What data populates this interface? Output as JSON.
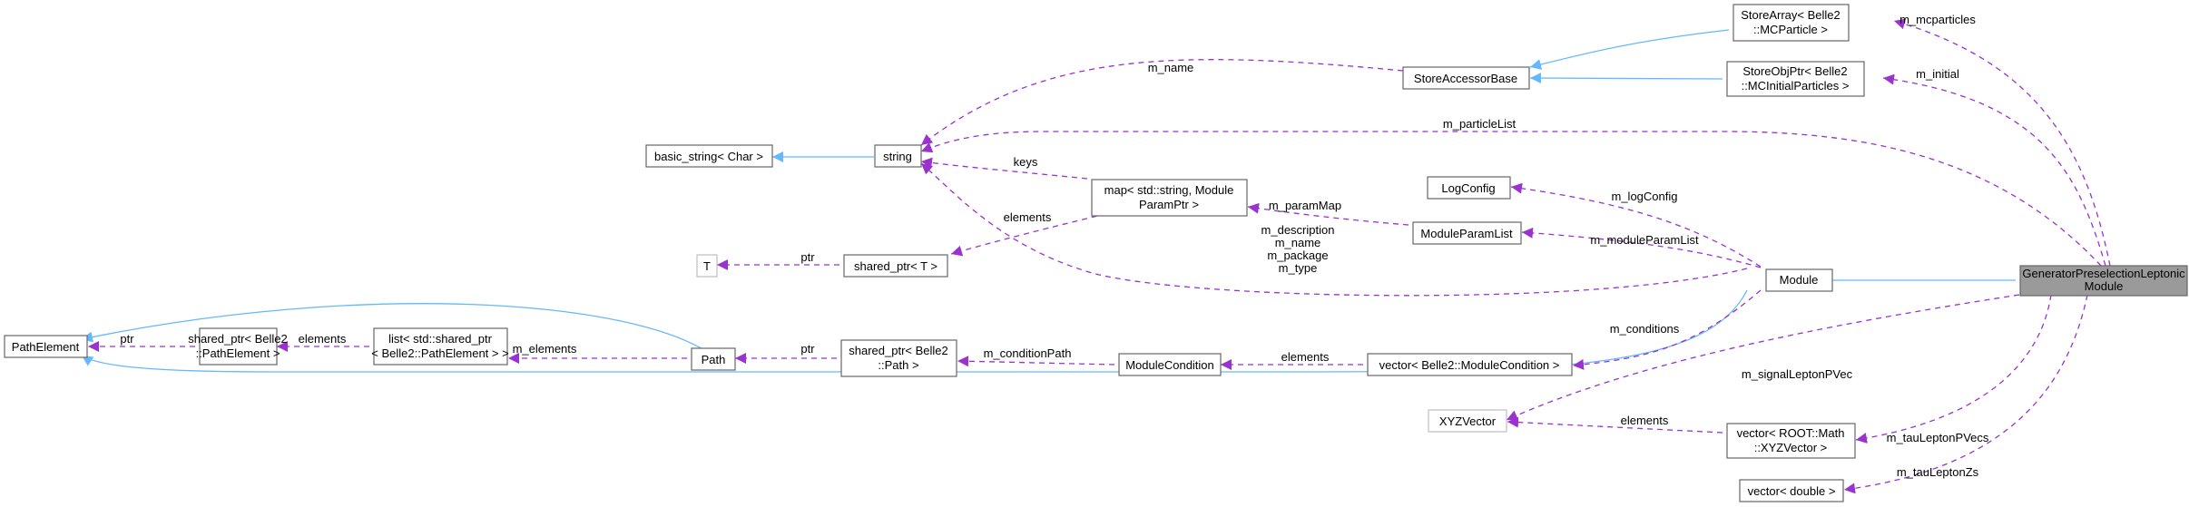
{
  "diagram": {
    "nodes": {
      "main": [
        "GeneratorPreselectionLeptonic",
        "Module"
      ],
      "module": [
        "Module"
      ],
      "store_array": [
        "StoreArray< Belle2",
        "::MCParticle >"
      ],
      "store_obj_ptr": [
        "StoreObjPtr< Belle2",
        "::MCInitialParticles >"
      ],
      "store_accessor_base": [
        "StoreAccessorBase"
      ],
      "string": [
        "string"
      ],
      "basic_string": [
        "basic_string< Char >"
      ],
      "map": [
        "map< std::string, Module",
        "ParamPtr >"
      ],
      "log_config": [
        "LogConfig"
      ],
      "module_param_list": [
        "ModuleParamList"
      ],
      "t": [
        "T"
      ],
      "shared_ptr_t": [
        "shared_ptr< T >"
      ],
      "path_element": [
        "PathElement"
      ],
      "shared_ptr_path_element": [
        "shared_ptr< Belle2",
        "::PathElement >"
      ],
      "list_path_element": [
        "list< std::shared_ptr",
        "< Belle2::PathElement > >"
      ],
      "path": [
        "Path"
      ],
      "shared_ptr_path": [
        "shared_ptr< Belle2",
        "::Path >"
      ],
      "module_condition": [
        "ModuleCondition"
      ],
      "vector_module_condition": [
        "vector< Belle2::ModuleCondition >"
      ],
      "xyz_vector": [
        "XYZVector"
      ],
      "vector_xyz_vector": [
        "vector< ROOT::Math",
        "::XYZVector >"
      ],
      "vector_double": [
        "vector< double >"
      ]
    },
    "edge_labels": {
      "m_mcparticles": [
        "m_mcparticles"
      ],
      "m_initial": [
        "m_initial"
      ],
      "m_name": [
        "m_name"
      ],
      "m_particle_list": [
        "m_particleList"
      ],
      "keys": [
        "keys"
      ],
      "elements_map": [
        "elements"
      ],
      "m_param_map": [
        "m_paramMap"
      ],
      "m_log_config": [
        "m_logConfig"
      ],
      "m_description": [
        "m_description",
        "m_name",
        "m_package",
        "m_type"
      ],
      "m_module_param_list": [
        "m_moduleParamList"
      ],
      "ptr_t": [
        "ptr"
      ],
      "ptr_path_element": [
        "ptr"
      ],
      "elements_list": [
        "elements"
      ],
      "m_elements": [
        "m_elements"
      ],
      "ptr_path": [
        "ptr"
      ],
      "m_condition_path": [
        "m_conditionPath"
      ],
      "elements_condition": [
        "elements"
      ],
      "m_conditions": [
        "m_conditions"
      ],
      "m_signal_lepton_pvec": [
        "m_signalLeptonPVec"
      ],
      "elements_xyz": [
        "elements"
      ],
      "m_tau_lepton_pvecs": [
        "m_tauLeptonPVecs"
      ],
      "m_tau_lepton_zs": [
        "m_tauLeptonZs"
      ]
    },
    "colors": {
      "inheritance": "#63b8ff",
      "usage": "#9a32cd",
      "node_border": "#666666",
      "node_border_light": "#bfbfbf",
      "main_fill": "#9a9a9a"
    }
  }
}
